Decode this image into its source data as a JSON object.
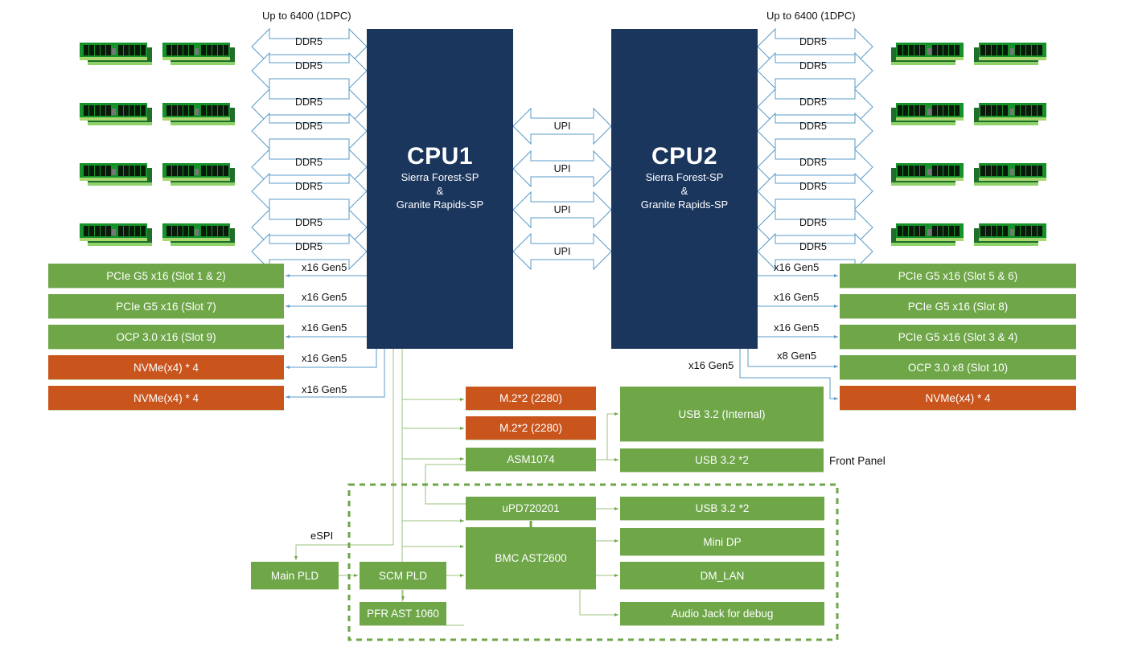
{
  "title": "Dual-socket server block diagram",
  "colors": {
    "cpu": "#1b365d",
    "green_block": "#6ea648",
    "orange_block": "#c9541c",
    "bus_arrow": "#5a9bc7",
    "green_line": "#9cc37e"
  },
  "memory": {
    "speed_label_left": "Up to 6400 (1DPC)",
    "speed_label_right": "Up to 6400 (1DPC)",
    "bus_label": "DDR5",
    "dimm_icon": "dimm-module-icon",
    "dimms_per_cpu": 8
  },
  "cpu1": {
    "name": "CPU1",
    "line1": "Sierra Forest-SP",
    "line2": "&",
    "line3": "Granite Rapids-SP"
  },
  "cpu2": {
    "name": "CPU2",
    "line1": "Sierra Forest-SP",
    "line2": "&",
    "line3": "Granite Rapids-SP"
  },
  "upi": [
    "UPI",
    "UPI",
    "UPI",
    "UPI"
  ],
  "cpu1_io": [
    {
      "link": "x16 Gen5",
      "device": "PCIe G5 x16 (Slot 1 & 2)",
      "type": "green"
    },
    {
      "link": "x16 Gen5",
      "device": "PCIe G5 x16 (Slot 7)",
      "type": "green"
    },
    {
      "link": "x16 Gen5",
      "device": "OCP 3.0 x16 (Slot 9)",
      "type": "green"
    },
    {
      "link": "x16 Gen5",
      "device": "NVMe(x4) * 4",
      "type": "orange"
    },
    {
      "link": "x16 Gen5",
      "device": "NVMe(x4) * 4",
      "type": "orange"
    }
  ],
  "cpu2_io": [
    {
      "link": "x16 Gen5",
      "device": "PCIe G5 x16 (Slot 5 & 6)",
      "type": "green"
    },
    {
      "link": "x16 Gen5",
      "device": "PCIe G5 x16 (Slot 8)",
      "type": "green"
    },
    {
      "link": "x16 Gen5",
      "device": "PCIe G5 x16 (Slot 3 & 4)",
      "type": "green"
    },
    {
      "link": "x8 Gen5",
      "device": "OCP 3.0 x8 (Slot 10)",
      "type": "green"
    },
    {
      "link": "x16 Gen5",
      "device": "NVMe(x4) * 4",
      "type": "orange"
    }
  ],
  "chipset": {
    "m2_a": "M.2*2 (2280)",
    "m2_b": "M.2*2 (2280)",
    "asm": "ASM1074",
    "usb_internal": "USB 3.2 (Internal)",
    "usb_front": "USB 3.2 *2",
    "front_panel": "Front Panel"
  },
  "scm": {
    "upd": "uPD720201",
    "bmc": "BMC AST2600",
    "usb_rear": "USB 3.2 *2",
    "mini_dp": "Mini DP",
    "dm_lan": "DM_LAN",
    "audio": "Audio Jack for debug",
    "scm_pld": "SCM PLD",
    "pfr": "PFR AST 1060"
  },
  "main_pld": "Main PLD",
  "espi": "eSPI"
}
